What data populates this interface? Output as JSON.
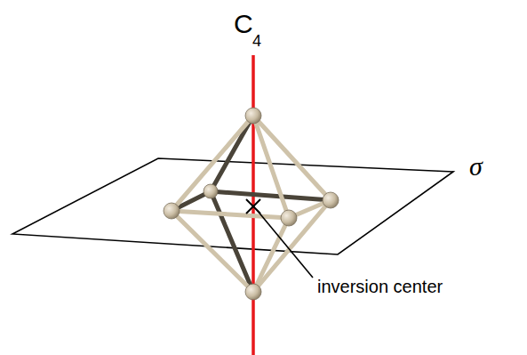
{
  "diagram": {
    "labels": [
      "C",
      "4",
      "σ",
      "inversion center"
    ]
  }
}
